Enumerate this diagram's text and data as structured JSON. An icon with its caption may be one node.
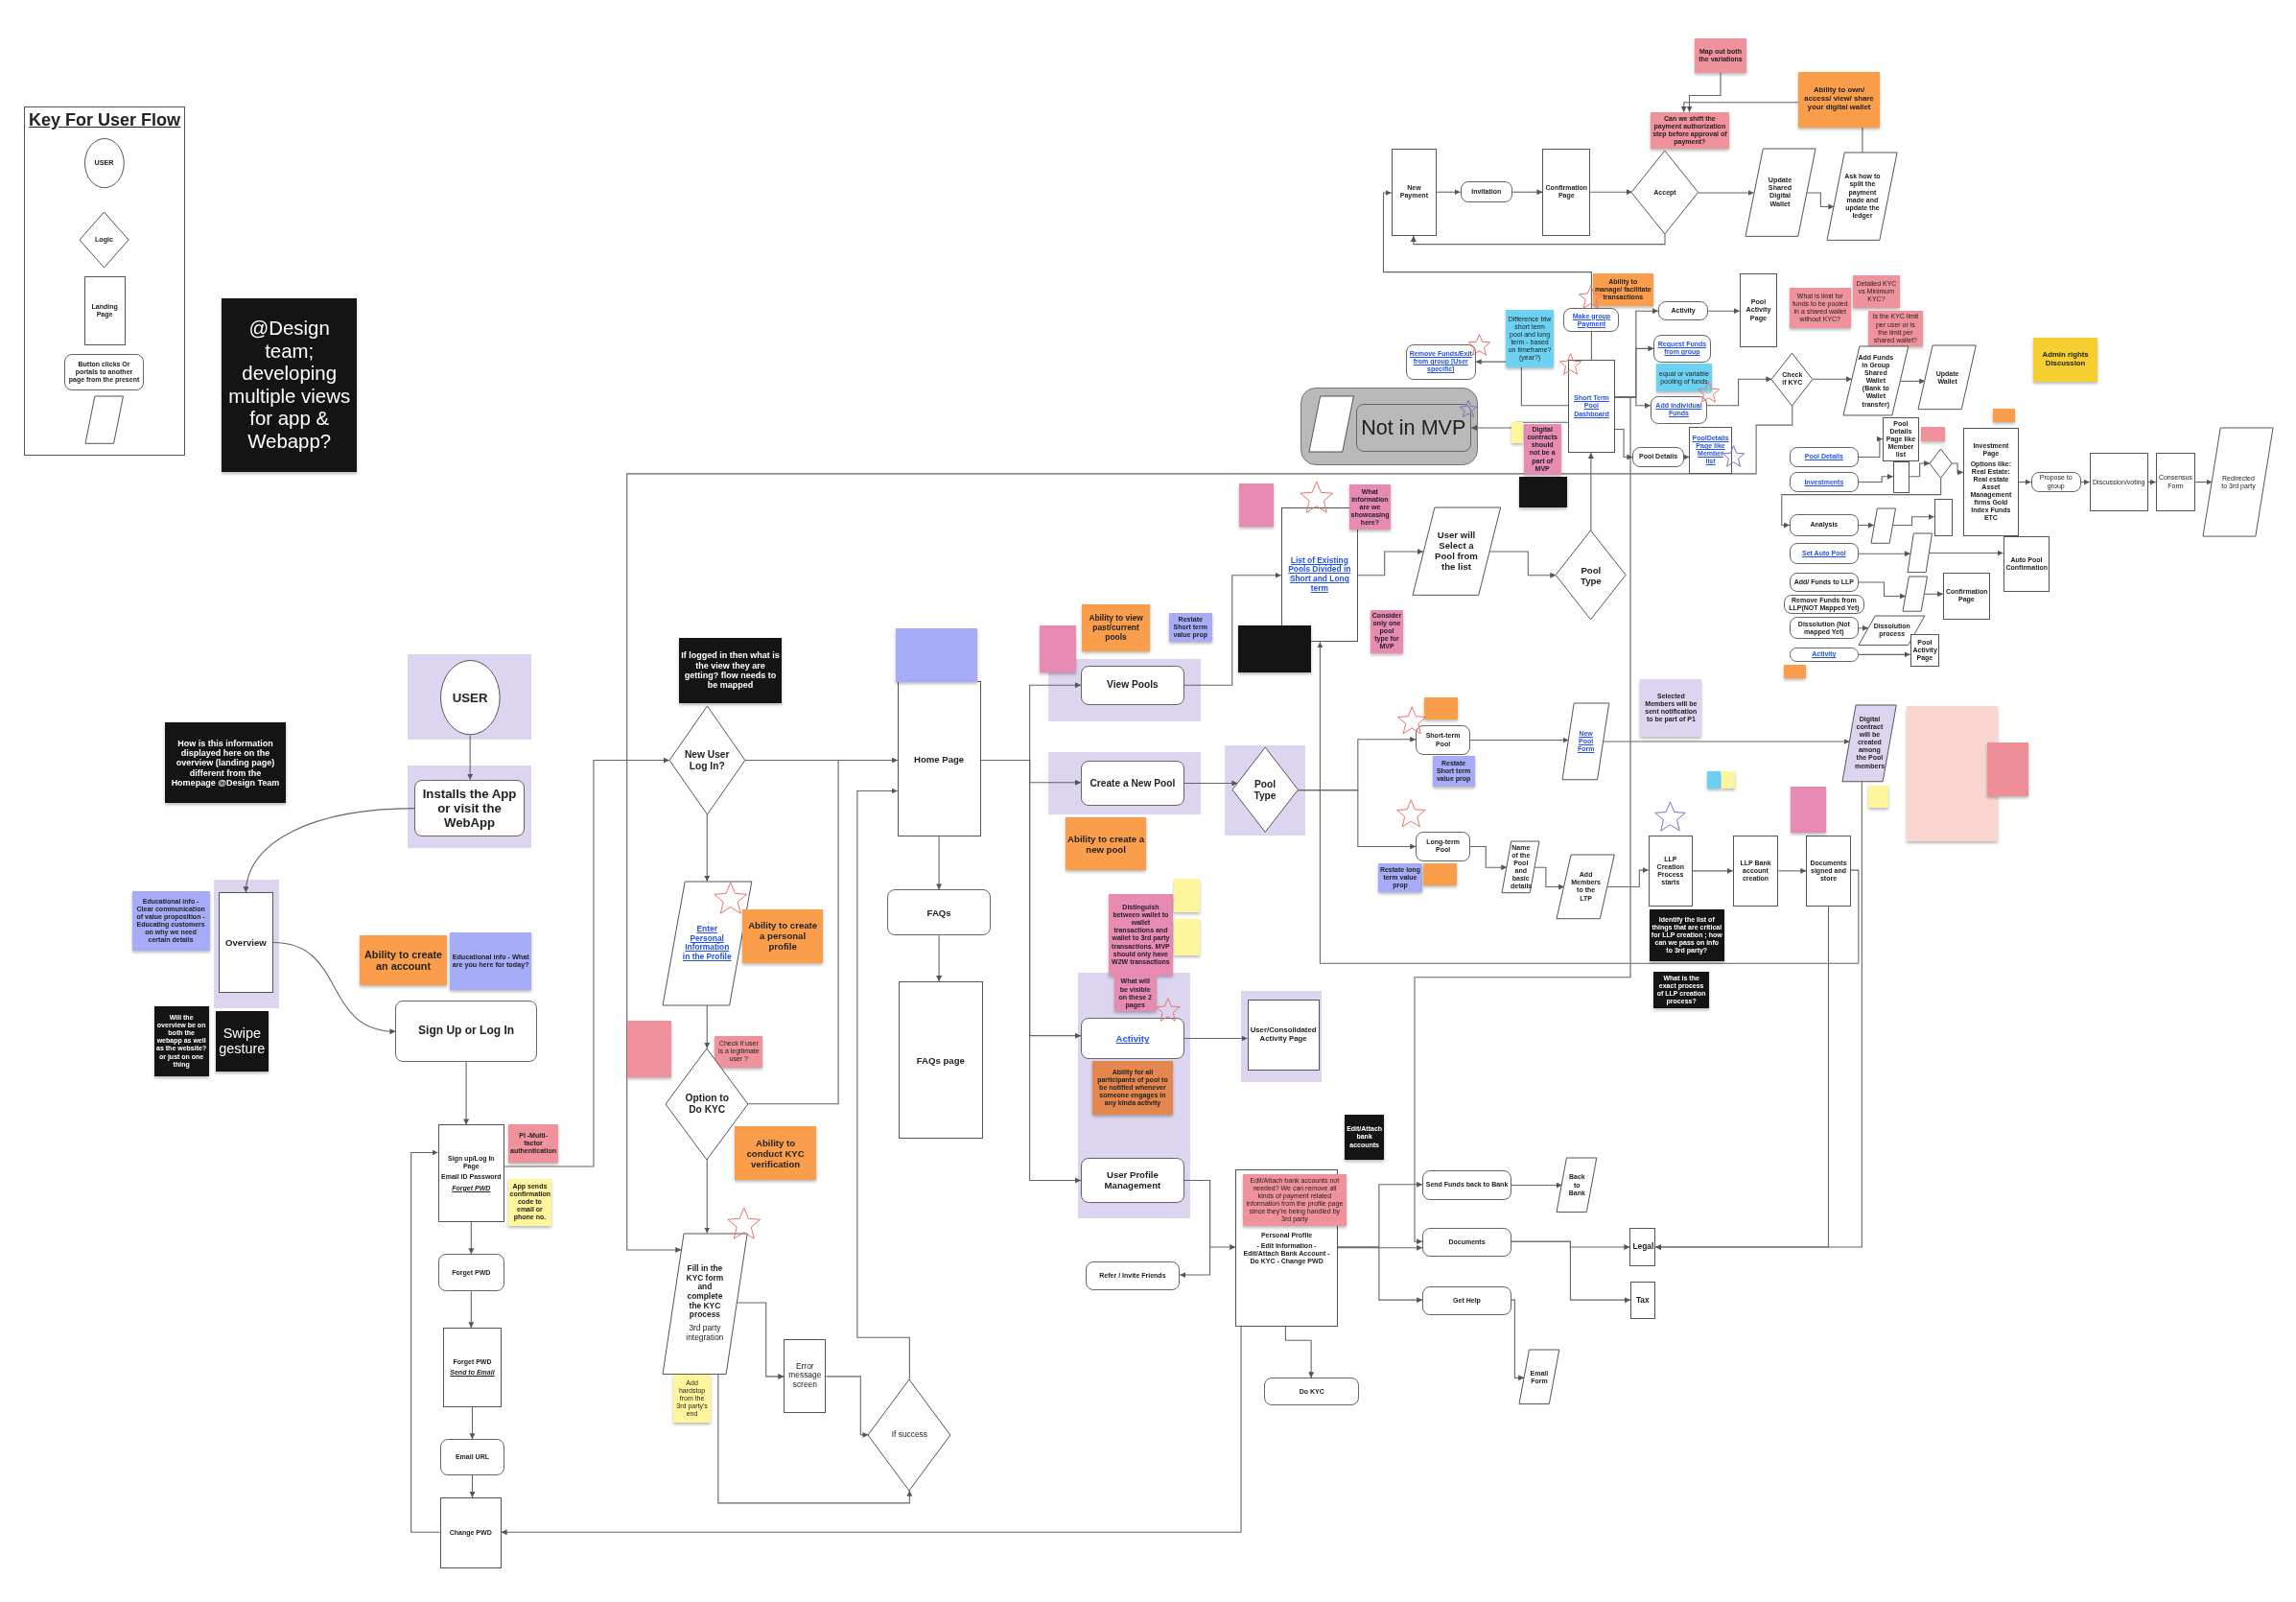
{
  "diagram": {
    "nodes": [
      {
        "text": [
          "Key For User Flow"
        ]
      },
      {
        "text": [
          "USER"
        ],
        "in": 0
      },
      {
        "text": [
          "Logic"
        ],
        "in": 0
      },
      {
        "text": [
          "Landing Page"
        ],
        "in": 0
      },
      {
        "text": [
          "Button clicks Or portals to another page from the present"
        ],
        "in": 0
      },
      {
        "text": [],
        "shape": "parallelogram",
        "in": 0
      },
      {
        "text": [
          "@Design team; developing multiple views for app & Webapp?"
        ]
      },
      {
        "text": [],
        "shape": "box"
      },
      {
        "text": [
          "USER"
        ],
        "in": 7
      },
      {
        "text": [],
        "shape": "box"
      },
      {
        "text": [
          "Installs the App or visit the WebApp"
        ],
        "in": 9
      },
      {
        "text": [
          "How is this information displayed here on the overview (landing page) different from the Homepage @Design Team"
        ]
      },
      {
        "text": [],
        "shape": "box"
      },
      {
        "text": [
          "Overview"
        ],
        "in": 12
      },
      {
        "text": [
          "Educational info - Clear communication of value proposition - Educating customers on why we need certain details"
        ]
      },
      {
        "text": [
          "Swipe gesture"
        ]
      },
      {
        "text": [
          "Will the overview be on both the webapp as well as the website? or just on one thing"
        ]
      },
      {
        "text": [
          "Ability to create an account"
        ]
      },
      {
        "text": [
          "Educational info - What are you here for today?"
        ]
      },
      {
        "text": [
          "Sign Up or Log In"
        ]
      },
      {
        "text": [
          "Sign up/Log In Page",
          "Email ID Password",
          "Forget PWD"
        ]
      },
      {
        "text": [
          "PI -Multi-factor authentication"
        ]
      },
      {
        "text": [
          "App sends confirmation code to email or phone no."
        ]
      },
      {
        "text": [
          "Forget PWD"
        ]
      },
      {
        "text": [
          "Forget PWD",
          "Send to Email"
        ]
      },
      {
        "text": [
          "Email URL"
        ]
      },
      {
        "text": [
          "Change PWD"
        ]
      },
      {
        "text": [
          "If logged in then what is the view they are getting? flow needs to be mapped"
        ]
      },
      {
        "text": [
          "New User Log In?"
        ]
      },
      {
        "text": [
          "Enter Personal Information in the Profile"
        ]
      },
      {
        "text": [
          "Ability to create a personal profile"
        ]
      },
      {
        "text": [
          "Check if user is a legitimate user ?"
        ]
      },
      {
        "text": [
          "Option to Do KYC"
        ]
      },
      {
        "text": [
          "Ability to conduct KYC verification"
        ]
      },
      {
        "text": [
          "Fill in the KYC form and complete the KYC process",
          "3rd party integration"
        ]
      },
      {
        "text": [
          "Add hardstop from the 3rd party's end"
        ]
      },
      {
        "text": [
          "Error message screen"
        ]
      },
      {
        "text": [
          "If success"
        ]
      },
      {
        "text": [
          "Home Page"
        ]
      },
      {
        "text": [
          "FAQs"
        ]
      },
      {
        "text": [
          "FAQs page"
        ]
      },
      {
        "text": [],
        "shape": "box"
      },
      {
        "text": [
          "View  Pools"
        ],
        "in": 41
      },
      {
        "text": [
          "Ability to view past/current pools"
        ]
      },
      {
        "text": [
          "Restate Short term value prop"
        ]
      },
      {
        "text": [],
        "shape": "box"
      },
      {
        "text": [
          "Create a New Pool"
        ],
        "in": 45
      },
      {
        "text": [
          "Ability to create a new pool"
        ]
      },
      {
        "text": [],
        "shape": "box"
      },
      {
        "text": [
          "Pool Type"
        ],
        "in": 48
      },
      {
        "text": [
          "Distinguish between wallet to wallet transactions and wallet to 3rd party transactions. MVP should only have W2W transactions"
        ]
      },
      {
        "text": [],
        "shape": "box"
      },
      {
        "text": [
          "What will be visible on these 2 pages"
        ],
        "in": 51
      },
      {
        "text": [
          "Activity"
        ],
        "in": 51
      },
      {
        "text": [
          "Ability for all participants of pool to be notified whenever someone engages in any kinda activity"
        ],
        "in": 51
      },
      {
        "text": [
          "User Profile Management"
        ],
        "in": 51
      },
      {
        "text": [],
        "shape": "box"
      },
      {
        "text": [
          "User/Consolidated Activity Page"
        ],
        "in": 56
      },
      {
        "text": [
          "Refer / Invite Friends"
        ]
      },
      {
        "text": [
          "Personal Profile",
          "- Edit Information - Edit/Attach Bank Account - Do KYC - Change PWD"
        ]
      },
      {
        "text": [
          "Edit/Attach bank accounts not needed? We can remove all kinds of payment related information from the profile page since they're being handled by 3rd party"
        ],
        "in": 59
      },
      {
        "text": [
          "Edit/Attach bank accounts"
        ]
      },
      {
        "text": [
          "Do KYC"
        ]
      },
      {
        "text": [
          "Send Funds back to Bank"
        ]
      },
      {
        "text": [
          "Back to Bank"
        ]
      },
      {
        "text": [
          "Documents"
        ]
      },
      {
        "text": [
          "Get Help"
        ]
      },
      {
        "text": [
          "Email Form"
        ]
      },
      {
        "text": [
          "Legal"
        ]
      },
      {
        "text": [
          "Tax"
        ]
      },
      {
        "text": [
          "List of Existing Pools Divided in Short and Long term"
        ]
      },
      {
        "text": [
          "What information are we showcasing here?"
        ]
      },
      {
        "text": [
          "User will Select a Pool from the list"
        ]
      },
      {
        "text": [
          "Consider only one pool type for MVP"
        ]
      },
      {
        "text": [
          "Pool Type"
        ]
      },
      {
        "text": [
          "Short-term Pool"
        ]
      },
      {
        "text": [
          "Restate Short term value prop"
        ]
      },
      {
        "text": [
          "Long-term Pool"
        ]
      },
      {
        "text": [
          "Restate long term value prop"
        ]
      },
      {
        "text": [
          "New Pool Form"
        ]
      },
      {
        "text": [
          "Name of the Pool and basic details"
        ]
      },
      {
        "text": [
          "Add Members to the LTP"
        ]
      },
      {
        "text": [
          "Selected Members will be sent notification to be part of P1"
        ]
      },
      {
        "text": [
          "LLP Creation Process starts"
        ]
      },
      {
        "text": [
          "LLP Bank account creation"
        ]
      },
      {
        "text": [
          "Documents signed and store"
        ]
      },
      {
        "text": [
          "Digital contract will be created among the Pool members"
        ]
      },
      {
        "text": [
          "Identify the list of things that are critical for LLP creation ; how can we pass on info to 3rd party?"
        ]
      },
      {
        "text": [
          "What is the exact process of LLP creation process?"
        ]
      },
      {
        "text": [
          "Map out both the variations"
        ]
      },
      {
        "text": [
          "Ability to own/ access/ view/ share your digital wallet"
        ]
      },
      {
        "text": [
          "Can we shift the payment authorization step before approval of payment?"
        ]
      },
      {
        "text": [
          "New Payment"
        ]
      },
      {
        "text": [
          "Invitation"
        ]
      },
      {
        "text": [
          "Confirmation Page"
        ]
      },
      {
        "text": [
          "Accept"
        ]
      },
      {
        "text": [
          "Update Shared Digital Wallet"
        ]
      },
      {
        "text": [
          "Ask how to split the payment made and update the ledger"
        ]
      },
      {
        "text": [
          "Pool Activity Page"
        ]
      },
      {
        "text": [
          "Activity"
        ]
      },
      {
        "text": [
          "Ability to manage/ facilitate transactions"
        ]
      },
      {
        "text": [
          "Make group Payment"
        ]
      },
      {
        "text": [
          "Difference btw short term pool and long term - based on timeframe? (year?)"
        ]
      },
      {
        "text": [
          "Remove Funds/Exit from group [User specific]"
        ]
      },
      {
        "text": [
          "Request Funds from group"
        ]
      },
      {
        "text": [
          "equal or variable pooling of funds"
        ]
      },
      {
        "text": [
          "Add individual Funds"
        ]
      },
      {
        "text": [
          "Short Term Pool Dashboard"
        ]
      },
      {
        "text": [
          "Pool Details"
        ]
      },
      {
        "text": [
          "PoolDetails Page like Member list"
        ]
      },
      {
        "text": [
          "Check if KYC"
        ]
      },
      {
        "text": [
          "What is limit for funds to be pooled in a shared wallet without KYC?"
        ]
      },
      {
        "text": [
          "Detailed KYC vs Minimum KYC?"
        ]
      },
      {
        "text": [
          "Is the KYC limit per user or is the limit per shared wallet?"
        ]
      },
      {
        "text": [
          "Add Funds in Group Shared Wallet (Bank to Wallet transfer)"
        ]
      },
      {
        "text": [
          "Update Wallet"
        ]
      },
      {
        "text": [],
        "shape": "box"
      },
      {
        "text": [
          "Not in MVP"
        ],
        "in": 116
      },
      {
        "text": [],
        "shape": "parallelogram",
        "in": 116
      },
      {
        "text": [
          "Digital contracts should not be a part of MVP"
        ]
      },
      {
        "text": [
          "Admin rights Discussion"
        ]
      },
      {
        "text": [
          "Pool Details"
        ]
      },
      {
        "text": [
          "Investments"
        ]
      },
      {
        "text": [
          "Pool Details Page like Member list"
        ]
      },
      {
        "text": [],
        "shape": "diamond"
      },
      {
        "text": [
          "Investment Page",
          "Options like: Real Estate: Real estate Asset Management firms Gold Index Funds ETC"
        ]
      },
      {
        "text": [
          "Propose to group"
        ]
      },
      {
        "text": [
          "Discussion/voting"
        ]
      },
      {
        "text": [
          "Consensus Form"
        ]
      },
      {
        "text": [
          "Redirected to 3rd party"
        ]
      },
      {
        "text": [
          "Analysis"
        ]
      },
      {
        "text": [],
        "shape": "parallelogram"
      },
      {
        "text": [],
        "shape": "box"
      },
      {
        "text": [
          "Set Auto Pool"
        ]
      },
      {
        "text": [],
        "shape": "parallelogram"
      },
      {
        "text": [
          "Auto Pool Confirmation"
        ]
      },
      {
        "text": [
          "Add/ Funds to LLP"
        ]
      },
      {
        "text": [
          "Remove Funds from LLP(NOT Mapped Yet)"
        ]
      },
      {
        "text": [
          "Dissolution (Not mapped Yet)"
        ]
      },
      {
        "text": [],
        "shape": "parallelogram"
      },
      {
        "text": [
          "Confirmation Page"
        ]
      },
      {
        "text": [
          "Dissolution process"
        ]
      },
      {
        "text": [
          "Activity"
        ]
      },
      {
        "text": [
          "Pool Activity Page"
        ]
      },
      {
        "text": [],
        "shape": "box"
      },
      {
        "text": [],
        "shape": "box"
      },
      {
        "text": [],
        "shape": "box"
      },
      {
        "text": [],
        "shape": "box"
      },
      {
        "text": [],
        "shape": "box"
      },
      {
        "text": [],
        "shape": "box"
      },
      {
        "text": [],
        "shape": "box"
      },
      {
        "text": [],
        "shape": "box"
      },
      {
        "text": [],
        "shape": "box"
      },
      {
        "text": [],
        "shape": "box"
      },
      {
        "text": [],
        "shape": "box"
      },
      {
        "text": [],
        "shape": "box"
      },
      {
        "text": [],
        "shape": "box"
      },
      {
        "text": [],
        "shape": "box"
      },
      {
        "text": [],
        "shape": "box"
      },
      {
        "text": [],
        "shape": "box"
      },
      {
        "text": [],
        "shape": "box"
      },
      {
        "text": [],
        "shape": "box"
      },
      {
        "text": [],
        "shape": "box"
      },
      {
        "text": [],
        "shape": "box"
      },
      {
        "text": [],
        "shape": "box"
      }
    ],
    "edges": [
      {
        "from": 8,
        "to": 10,
        "arrow": "to"
      },
      {
        "from": 10,
        "to": 13,
        "arrow": "to"
      },
      {
        "from": 13,
        "to": 19,
        "arrow": "to"
      },
      {
        "from": 19,
        "to": 20,
        "arrow": "to"
      },
      {
        "from": 20,
        "to": 23,
        "arrow": "to"
      },
      {
        "from": 23,
        "to": 24,
        "arrow": "to"
      },
      {
        "from": 24,
        "to": 25,
        "arrow": "to"
      },
      {
        "from": 25,
        "to": 26,
        "arrow": "to"
      },
      {
        "from": 26,
        "to": 20,
        "arrow": "to"
      },
      {
        "from": 20,
        "to": 28,
        "arrow": "to"
      },
      {
        "from": 59,
        "to": 26,
        "arrow": "to"
      },
      {
        "from": 28,
        "to": 38,
        "arrow": "to"
      },
      {
        "from": 28,
        "to": 29,
        "arrow": "to"
      },
      {
        "from": 29,
        "to": 32,
        "arrow": "to"
      },
      {
        "from": 32,
        "to": 38,
        "arrow": "to"
      },
      {
        "from": 32,
        "to": 34,
        "arrow": "to"
      },
      {
        "from": 34,
        "to": 36,
        "arrow": "to"
      },
      {
        "from": 36,
        "to": 37,
        "arrow": "to"
      },
      {
        "from": 34,
        "to": 37,
        "arrow": "to"
      },
      {
        "from": 37,
        "to": 38,
        "arrow": "to"
      },
      {
        "from": 38,
        "to": 39,
        "arrow": "to"
      },
      {
        "from": 39,
        "to": 40,
        "arrow": "to"
      },
      {
        "from": 38,
        "to": 42,
        "arrow": "to"
      },
      {
        "from": 38,
        "to": 46,
        "arrow": "to"
      },
      {
        "from": 38,
        "to": 53,
        "arrow": "to"
      },
      {
        "from": 38,
        "to": 55,
        "arrow": "to"
      },
      {
        "from": 42,
        "to": 70,
        "arrow": "to"
      },
      {
        "from": 46,
        "to": 49,
        "arrow": "to"
      },
      {
        "from": 49,
        "to": 75,
        "arrow": "to"
      },
      {
        "from": 49,
        "to": 77,
        "arrow": "to"
      },
      {
        "from": 53,
        "to": 57,
        "arrow": "to"
      },
      {
        "from": 55,
        "to": 59,
        "arrow": "to"
      },
      {
        "from": 55,
        "to": 58,
        "arrow": "to"
      },
      {
        "from": 59,
        "to": 62,
        "arrow": "to"
      },
      {
        "from": 59,
        "to": 63,
        "arrow": "to"
      },
      {
        "from": 59,
        "to": 65,
        "arrow": "to"
      },
      {
        "from": 59,
        "to": 66,
        "arrow": "to"
      },
      {
        "from": 63,
        "to": 64,
        "arrow": "to"
      },
      {
        "from": 65,
        "to": 68,
        "arrow": "to"
      },
      {
        "from": 65,
        "to": 69,
        "arrow": "to"
      },
      {
        "from": 66,
        "to": 67,
        "arrow": "to"
      },
      {
        "from": 70,
        "to": 72,
        "arrow": "to"
      },
      {
        "from": 72,
        "to": 74,
        "arrow": "to"
      },
      {
        "from": 74,
        "to": 107,
        "arrow": "to"
      },
      {
        "from": 75,
        "to": 79,
        "arrow": "to"
      },
      {
        "from": 77,
        "to": 80,
        "arrow": "to"
      },
      {
        "from": 80,
        "to": 81,
        "arrow": "to"
      },
      {
        "from": 81,
        "to": 83,
        "arrow": "to"
      },
      {
        "from": 83,
        "to": 84,
        "arrow": "to"
      },
      {
        "from": 84,
        "to": 85,
        "arrow": "to"
      },
      {
        "from": 79,
        "to": 86,
        "arrow": "to"
      },
      {
        "from": 86,
        "to": 68,
        "arrow": "to"
      },
      {
        "from": 85,
        "to": 68,
        "arrow": "to"
      },
      {
        "from": 85,
        "to": 70,
        "arrow": "to"
      },
      {
        "from": 107,
        "to": 65,
        "arrow": "to"
      },
      {
        "from": 92,
        "to": 93,
        "arrow": "to"
      },
      {
        "from": 93,
        "to": 94,
        "arrow": "to"
      },
      {
        "from": 94,
        "to": 95,
        "arrow": "to"
      },
      {
        "from": 95,
        "to": 96,
        "arrow": "to"
      },
      {
        "from": 96,
        "to": 97,
        "arrow": "to"
      },
      {
        "from": 95,
        "to": 92,
        "arrow": "to"
      },
      {
        "from": 97,
        "to": 90,
        "arrow": "none"
      },
      {
        "from": 89,
        "to": 91,
        "arrow": "to"
      },
      {
        "from": 90,
        "to": 91,
        "arrow": "to"
      },
      {
        "from": 101,
        "to": 92,
        "arrow": "to"
      },
      {
        "from": 107,
        "to": 101,
        "arrow": "none"
      },
      {
        "from": 107,
        "to": 99,
        "arrow": "to"
      },
      {
        "from": 107,
        "to": 104,
        "arrow": "to"
      },
      {
        "from": 107,
        "to": 106,
        "arrow": "to"
      },
      {
        "from": 107,
        "to": 108,
        "arrow": "to"
      },
      {
        "from": 99,
        "to": 98,
        "arrow": "to"
      },
      {
        "from": 106,
        "to": 110,
        "arrow": "to"
      },
      {
        "from": 110,
        "to": 114,
        "arrow": "to"
      },
      {
        "from": 114,
        "to": 115,
        "arrow": "to"
      },
      {
        "from": 108,
        "to": 109,
        "arrow": "to"
      },
      {
        "from": 110,
        "to": 34,
        "arrow": "to"
      },
      {
        "from": 107,
        "to": 103,
        "arrow": "to"
      },
      {
        "from": 107,
        "to": 117,
        "arrow": "to"
      },
      {
        "from": 121,
        "to": 123,
        "arrow": "to"
      },
      {
        "from": 122,
        "to": 144,
        "arrow": "to"
      },
      {
        "from": 144,
        "to": 124,
        "arrow": "to"
      },
      {
        "from": 124,
        "to": 125,
        "arrow": "to"
      },
      {
        "from": 125,
        "to": 126,
        "arrow": "to"
      },
      {
        "from": 126,
        "to": 127,
        "arrow": "to"
      },
      {
        "from": 127,
        "to": 128,
        "arrow": "to"
      },
      {
        "from": 128,
        "to": 129,
        "arrow": "to"
      },
      {
        "from": 124,
        "to": 130,
        "arrow": "to"
      },
      {
        "from": 130,
        "to": 131,
        "arrow": "to"
      },
      {
        "from": 131,
        "to": 132,
        "arrow": "to"
      },
      {
        "from": 133,
        "to": 134,
        "arrow": "to"
      },
      {
        "from": 134,
        "to": 135,
        "arrow": "to"
      },
      {
        "from": 136,
        "to": 139,
        "arrow": "to"
      },
      {
        "from": 139,
        "to": 140,
        "arrow": "to"
      },
      {
        "from": 138,
        "to": 141,
        "arrow": "to"
      },
      {
        "from": 142,
        "to": 143,
        "arrow": "to"
      }
    ]
  }
}
